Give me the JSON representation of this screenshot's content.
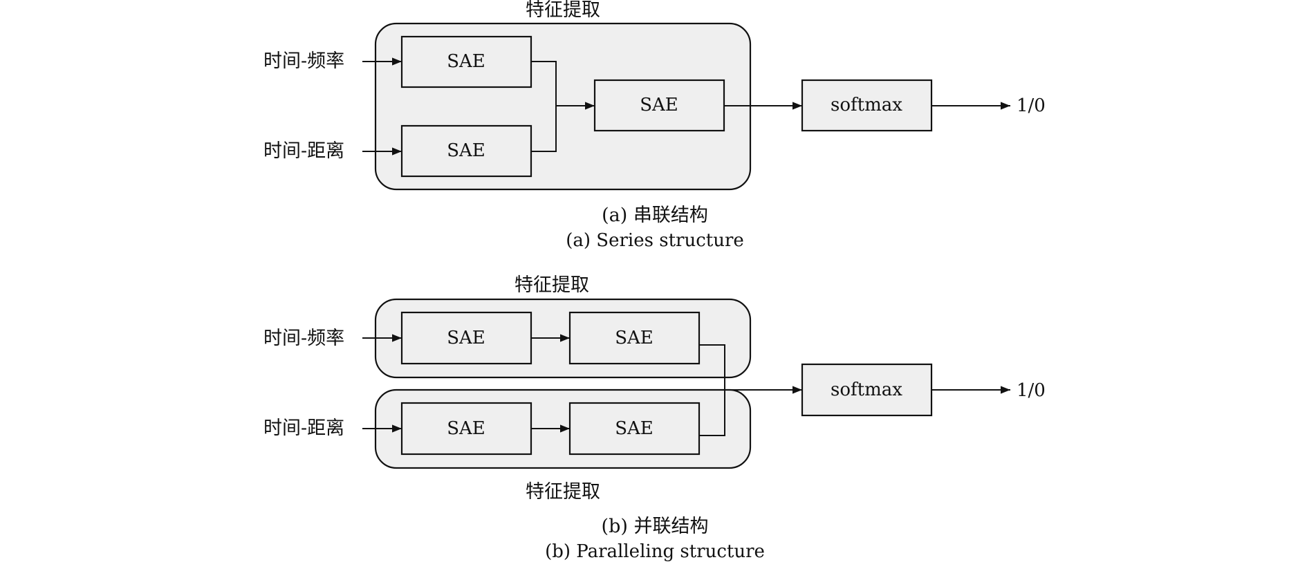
{
  "series": {
    "group_label": "特征提取",
    "input_freq": "时间-频率",
    "input_dist": "时间-距离",
    "sae_top": "SAE",
    "sae_bottom": "SAE",
    "sae_merge": "SAE",
    "softmax": "softmax",
    "output": "1/0",
    "caption_cn": "(a) 串联结构",
    "caption_en": "(a) Series structure"
  },
  "parallel": {
    "group_label_top": "特征提取",
    "group_label_bottom": "特征提取",
    "input_freq": "时间-频率",
    "input_dist": "时间-距离",
    "sae_top_1": "SAE",
    "sae_top_2": "SAE",
    "sae_bottom_1": "SAE",
    "sae_bottom_2": "SAE",
    "softmax": "softmax",
    "output": "1/0",
    "caption_cn": "(b) 并联结构",
    "caption_en": "(b) Paralleling structure"
  },
  "colors": {
    "group_fill": "#efefef",
    "box_fill": "#efefef",
    "stroke": "#111111"
  }
}
